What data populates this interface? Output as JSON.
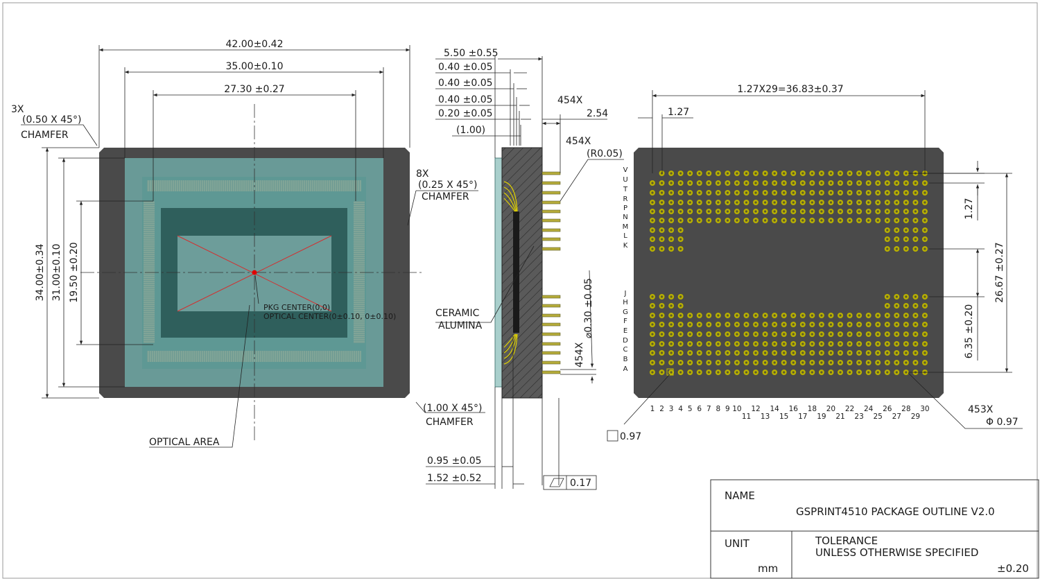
{
  "dimensions": {
    "overall_width": "42.00±0.42",
    "inner_width": "35.00±0.10",
    "optical_width": "27.30 ±0.27",
    "overall_height": "34.00±0.34",
    "inner_height": "31.00±0.10",
    "optical_height": "19.50 ±0.20",
    "thk_total": "5.50 ±0.55",
    "thk_1": "0.40 ±0.05",
    "thk_2": "0.40 ±0.05",
    "thk_3": "0.40 ±0.05",
    "thk_4": "0.20 ±0.05",
    "thk_5": "(1.00)",
    "pin_count_top": "454X",
    "pin_length": "2.54",
    "pin_radius_count": "454X",
    "pin_radius": "(R0.05)",
    "pin_dia_count": "454X",
    "pin_dia": "⌀0.30 ±0.05",
    "glass_thk": "0.95 ±0.05",
    "glass_gap": "1.52 ±0.52",
    "flatness": "0.17",
    "pitch_total": "1.27X29=36.83±0.37",
    "pitch": "1.27",
    "pitch_vertical": "1.27",
    "row_span": "26.67 ±0.27",
    "row_gap": "6.35 ±0.20",
    "hole_count": "453X",
    "hole_dia": "Φ 0.97",
    "pad_square": "0.97"
  },
  "notes": {
    "chamfer_left_count": "3X",
    "chamfer_left_size": "(0.50 X 45°)",
    "chamfer_left_word": "CHAMFER",
    "chamfer_right_count": "8X",
    "chamfer_right_size": "(0.25 X 45°)",
    "chamfer_right_word": "CHAMFER",
    "chamfer_bottom_size": "(1.00 X 45°)",
    "chamfer_bottom_word": "CHAMFER",
    "pkg_center": "PKG CENTER(0,0)",
    "optical_center": "OPTICAL CENTER(0±0.10,  0±0.10)",
    "optical_area": "OPTICAL AREA",
    "ceramic": "CERAMIC",
    "alumina": "ALUMINA"
  },
  "row_labels": [
    "V",
    "U",
    "T",
    "R",
    "P",
    "N",
    "M",
    "L",
    "K",
    "J",
    "H",
    "G",
    "F",
    "E",
    "D",
    "C",
    "B",
    "A"
  ],
  "column_labels": [
    "1",
    "2",
    "3",
    "4",
    "5",
    "6",
    "7",
    "8",
    "9",
    "10",
    "11",
    "12",
    "13",
    "14",
    "15",
    "16",
    "17",
    "18",
    "19",
    "20",
    "21",
    "22",
    "23",
    "24",
    "25",
    "26",
    "27",
    "28",
    "29",
    "30"
  ],
  "title_block": {
    "name_label": "NAME",
    "name_value": "GSPRINT4510 PACKAGE OUTLINE V2.0",
    "unit_label": "UNIT",
    "unit_value": "mm",
    "tolerance_line1": "TOLERANCE",
    "tolerance_line2": "UNLESS OTHERWISE SPECIFIED",
    "tolerance_value": "±0.20"
  },
  "colors": {
    "package": "#4a4a4a",
    "glass": "#6fa8a4",
    "die": "#2f5f5c",
    "optical": "#6d9d9a",
    "pin_pad": "#b8b000",
    "pin_hole": "#5b5a2a",
    "wire": "#e0d200",
    "center_mark": "#e00000"
  }
}
